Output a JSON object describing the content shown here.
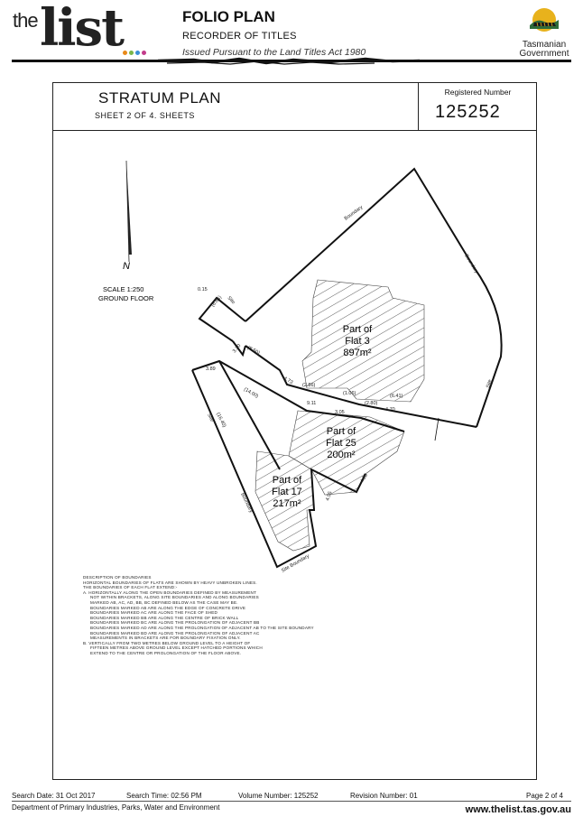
{
  "header": {
    "logo_the": "the",
    "logo_list": "list",
    "title": "FOLIO PLAN",
    "subtitle": "RECORDER OF TITLES",
    "issued": "Issued Pursuant to the Land Titles Act 1980",
    "gov_line1": "Tasmanian",
    "gov_line2": "Government",
    "dot_colors": [
      "#e88a1a",
      "#7ab648",
      "#3a8fd6",
      "#c23b8a"
    ]
  },
  "plan": {
    "title": "STRATUM PLAN",
    "sheet": "SHEET 2 OF 4. SHEETS",
    "registered_label": "Registered Number",
    "registered_number": "125252",
    "north": "N",
    "scale": "SCALE 1:250",
    "floor": "GROUND FLOOR",
    "flat3": {
      "line1": "Part of",
      "line2": "Flat 3",
      "area": "897m²"
    },
    "flat25": {
      "line1": "Part of",
      "line2": "Flat 25",
      "area": "200m²"
    },
    "flat17": {
      "line1": "Part of",
      "line2": "Flat 17",
      "area": "217m²"
    },
    "dims": {
      "d015": "0.15",
      "d666": "(6.66)",
      "d850": "(8.50)",
      "d330": "3.30",
      "d389": "3.89",
      "d1400": "(14.00)",
      "d1640": "(16.40)",
      "d911": "9.11",
      "d305": "3.05",
      "d470": "4.70",
      "d641": "(6.41)",
      "d286": "(2.86)",
      "d1060": "(1.06)",
      "d280": "(2.80)",
      "d473": "4.73",
      "d420": "4.20",
      "d455": "4.55"
    },
    "labels": {
      "boundary_top": "Boundary",
      "boundary_right": "Boundary",
      "site_right": "Site",
      "site_left1": "Site",
      "site_left2": "Site",
      "boundary_left": "Boundary",
      "site_boundary": "Site Boundary"
    }
  },
  "description": {
    "heading": "DESCRIPTION OF BOUNDARIES",
    "l1": "HORIZONTAL BOUNDARIES OF FLATS ARE SHOWN BY HEAVY UNBROKEN LINES.",
    "l2": "THE BOUNDARIES OF EACH FLAT EXTEND:-",
    "a1": "A. HORIZONTALLY ALONG THE OPEN BOUNDARIES DEFINED BY MEASUREMENT",
    "a2": "NOT WITHIN BRACKETS, ALONG SITE BOUNDARIES AND ALONG BOUNDARIES",
    "a3": "MARKED AB, AC, AD, BB, BC DEFINED BELOW AS THE CASE MAY BE.",
    "b1": "BOUNDARIES MARKED AB ARE ALONG THE EDGE OF CONCRETE DRIVE",
    "b2": "BOUNDARIES MARKED AC ARE ALONG THE FACE OF SHED",
    "b3": "BOUNDARIES MARKED BB ARE ALONG THE CENTRE OF BRICK WALL",
    "b4": "BOUNDARIES MARKED BC ARE ALONG THE PROLONGATION OF ADJACENT BB",
    "b5": "BOUNDARIES MARKED AD ARE ALONG THE PROLONGATION OF ADJACENT AB TO THE SITE BOUNDARY",
    "b6": "BOUNDARIES MARKED BD ARE ALONG THE PROLONGATION OF ADJACENT AC",
    "m1": "MEASUREMENTS IN BRACKETS ARE FOR BOUNDARY FIXATION ONLY.",
    "c1": "B. VERTICALLY FROM TWO METRES BELOW GROUND LEVEL TO A HEIGHT OF",
    "c2": "FIFTEEN METRES ABOVE GROUND LEVEL EXCEPT HATCHED PORTIONS WHICH",
    "c3": "EXTEND TO THE CENTRE OR PROLONGATION OF THE FLOOR ABOVE."
  },
  "footer": {
    "search_date": "Search Date: 31 Oct 2017",
    "search_time": "Search Time: 02:56 PM",
    "volume": "Volume Number: 125252",
    "revision": "Revision Number: 01",
    "page": "Page 2 of  4",
    "department": "Department of Primary Industries, Parks, Water and Environment",
    "website": "www.thelist.tas.gov.au"
  }
}
